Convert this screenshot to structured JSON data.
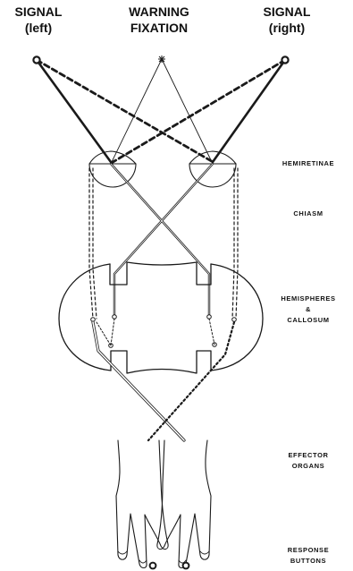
{
  "titles": {
    "signal_left": [
      "SIGNAL",
      "(left)"
    ],
    "warning_fixation": [
      "WARNING",
      "FIXATION"
    ],
    "signal_right": [
      "SIGNAL",
      "(right)"
    ]
  },
  "side_labels": {
    "hemiretinae": [
      "HEMIRETINAE"
    ],
    "chiasm": [
      "CHIASM"
    ],
    "hemispheres": [
      "HEMISPHERES",
      "&",
      "CALLOSUM"
    ],
    "effector": [
      "EFFECTOR",
      "ORGANS"
    ],
    "response": [
      "RESPONSE",
      "BUTTONS"
    ]
  },
  "colors": {
    "ink": "#1a1a1a",
    "background": "#ffffff"
  }
}
